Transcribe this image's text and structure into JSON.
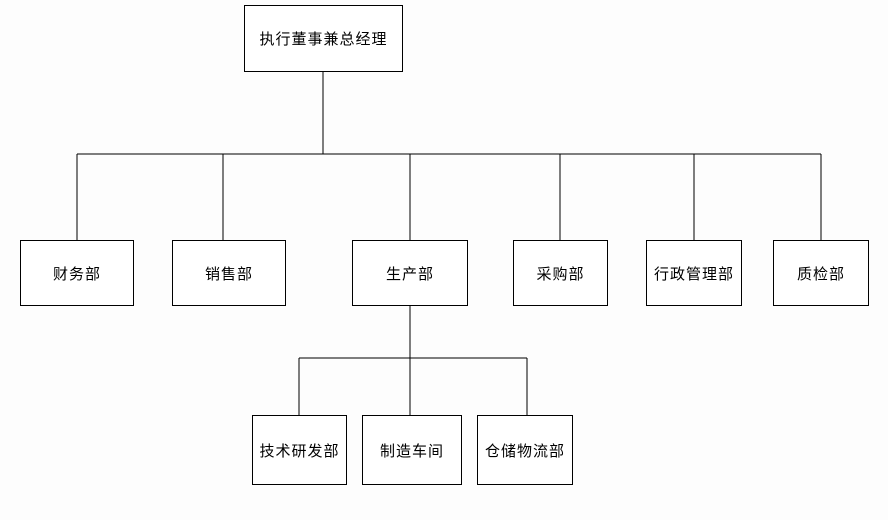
{
  "org_chart": {
    "type": "org-chart",
    "colors": {
      "background": "#fdfdfd",
      "box_fill": "#ffffff",
      "box_border": "#000000",
      "line": "#000000",
      "text": "#000000"
    },
    "root": {
      "label": "执行董事兼总经理",
      "children": [
        {
          "label": "财务部"
        },
        {
          "label": "销售部"
        },
        {
          "label": "生产部",
          "children": [
            {
              "label": "技术研发部"
            },
            {
              "label": "制造车间"
            },
            {
              "label": "仓储物流部"
            }
          ]
        },
        {
          "label": "采购部"
        },
        {
          "label": "行政管理部"
        },
        {
          "label": "质检部"
        }
      ]
    }
  }
}
